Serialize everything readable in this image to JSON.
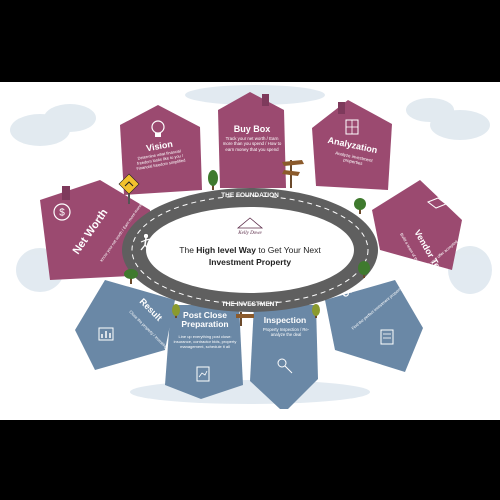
{
  "colors": {
    "plum": "#9b4a70",
    "slate": "#6a88a6",
    "road": "#5f5f5f",
    "sky": "#d9e6ee",
    "accent": "#5c2d4a"
  },
  "center": {
    "logo_text": "Kelly Dowe",
    "title_prefix": "The ",
    "title_bold": "High level Way",
    "title_suffix": " to Get Your Next",
    "title_line2": "Investment Property"
  },
  "road_labels": {
    "top": "THE FOUNDATION",
    "bottom": "THE INVESTMENT"
  },
  "signs": {
    "street_sign": "",
    "warning_sign": ""
  },
  "foundation_steps": [
    {
      "title": "Net Worth",
      "text": "Know your net worth / Earn more money / Know what money you"
    },
    {
      "title": "Vision",
      "text": "Determine what financial freedom looks like to you / Financial freedom simplified"
    },
    {
      "title": "Buy Box",
      "text": "Track your net worth / Earn more than you spend / How to earn money that you spend"
    },
    {
      "title": "Analyzation",
      "text": "Analyze investment properties"
    },
    {
      "title": "Vendor Team",
      "text": "Build a team of trusted vendors. Go-to reliable professionals"
    }
  ],
  "investment_steps": [
    {
      "title": "Result",
      "text": "Close the property / Investing analysis"
    },
    {
      "title": "Post Close Preparation",
      "text": "Line up everything post close: insurance, contractor bids, property management, schedule it all"
    },
    {
      "title": "Inspection",
      "text": "Property Inspection / Re-analyze the deal"
    },
    {
      "title": "Offer",
      "text": "Find the perfect investment property / Make an offer / Get your offer accepted"
    }
  ],
  "icons": [
    "dollar-icon",
    "lightbulb-icon",
    "calculator-icon",
    "handshake-icon",
    "chart-icon",
    "clipboard-icon",
    "key-icon",
    "contract-icon",
    "house-icon"
  ]
}
